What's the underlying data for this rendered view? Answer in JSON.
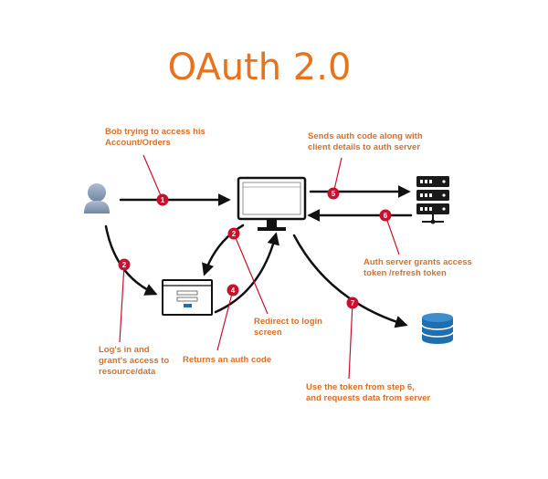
{
  "title": "OAuth 2.0",
  "colors": {
    "title": "#e8731c",
    "annotation_text": "#d9702a",
    "callout_line": "#c8102e",
    "step_badge": "#c8102e",
    "arrow": "#111111",
    "user_icon": "#8ea3bd",
    "server_icon": "#1a1a1a",
    "database_icon": "#1f6fb0"
  },
  "actors": {
    "user": "user-icon",
    "client_app": "monitor-icon",
    "login_screen": "login-window-icon",
    "auth_server": "server-rack-icon",
    "resource_server": "database-icon"
  },
  "steps": [
    {
      "number": "1",
      "text": [
        "Bob trying to access his",
        "Account/Orders"
      ]
    },
    {
      "number": "2",
      "text": [
        "Log's in and",
        "grant's access to",
        "resource/data"
      ]
    },
    {
      "number": "2",
      "text": [
        "Redirect to login",
        "screen"
      ]
    },
    {
      "number": "4",
      "text": [
        "Returns an auth code"
      ]
    },
    {
      "number": "5",
      "text": [
        "Sends auth code along with",
        "client details to auth server"
      ]
    },
    {
      "number": "6",
      "text": [
        "Auth server grants access",
        "token /refresh token"
      ]
    },
    {
      "number": "7",
      "text": [
        "Use the token from step 6,",
        "and requests data from server"
      ]
    }
  ]
}
